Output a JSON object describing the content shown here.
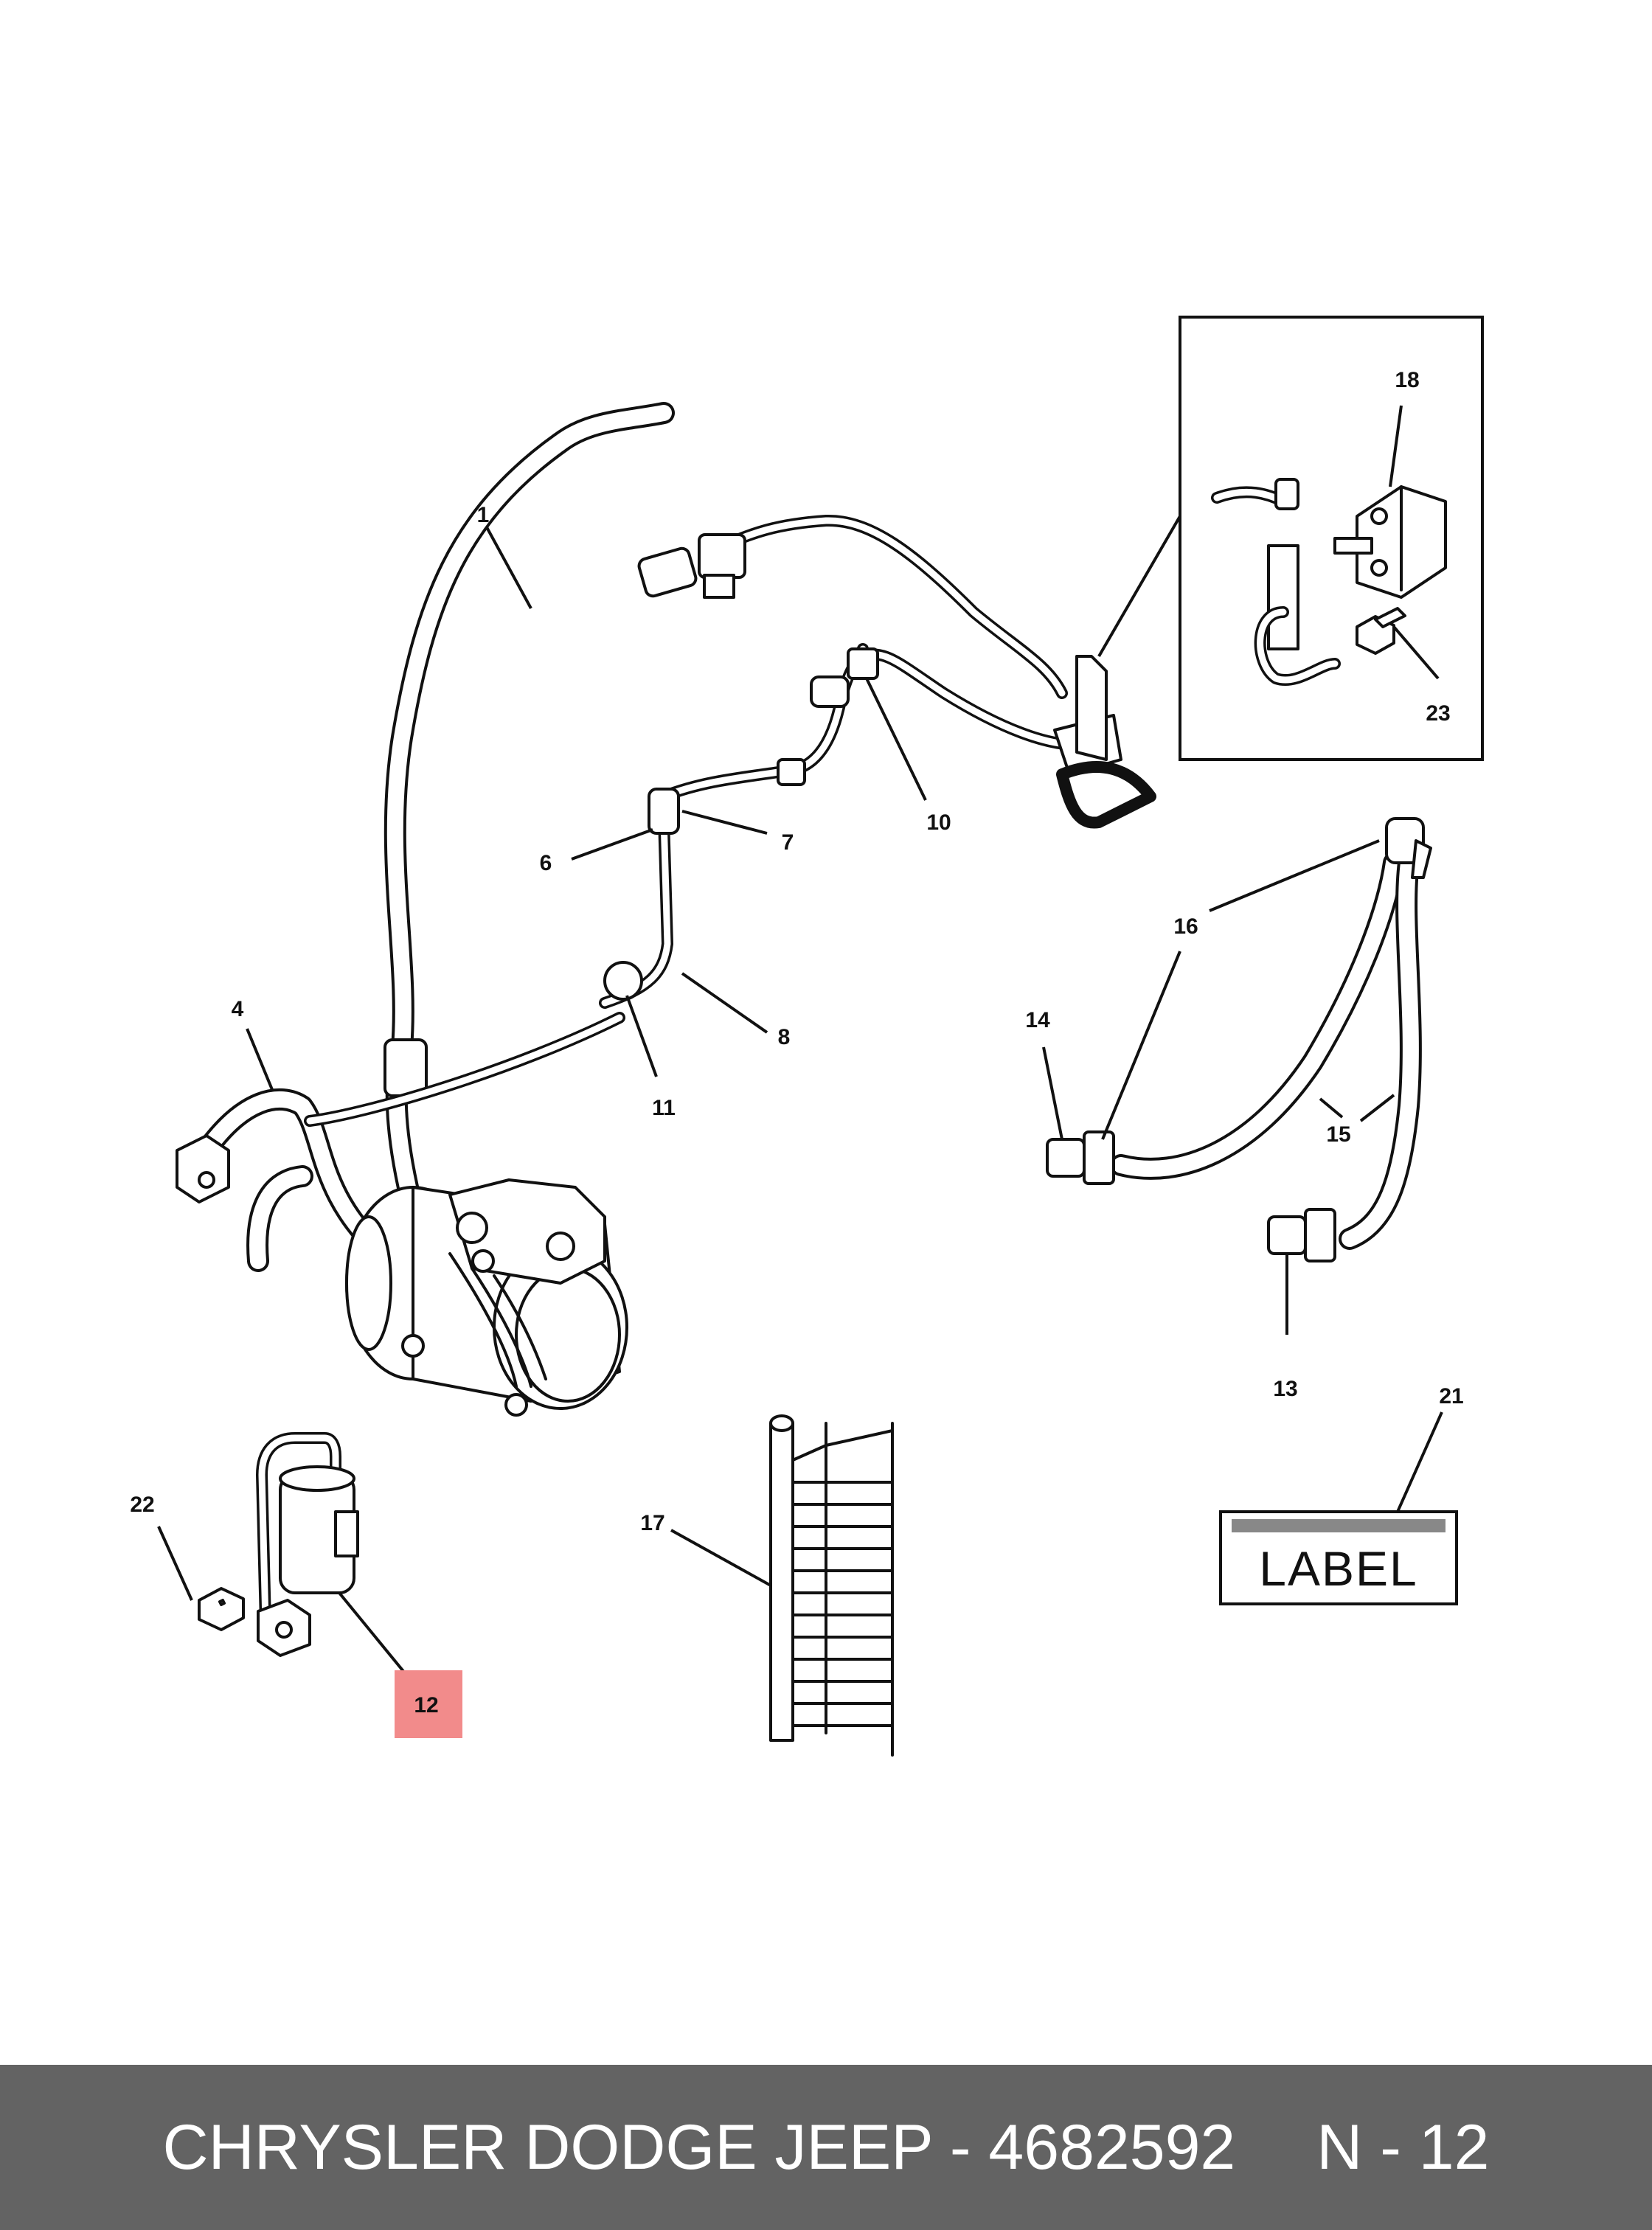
{
  "diagram": {
    "callouts": [
      "1",
      "4",
      "6",
      "7",
      "8",
      "10",
      "11",
      "12",
      "13",
      "14",
      "15",
      "16",
      "17",
      "18",
      "21",
      "22",
      "23"
    ],
    "highlighted_callout": "12",
    "highlight_color": "#f28b8b",
    "label_plate_text": "LABEL",
    "line_color": "#111111"
  },
  "footer": {
    "title": "CHRYSLER DODGE JEEP - 4682592",
    "ref": "N - 12",
    "background": "#636363"
  }
}
